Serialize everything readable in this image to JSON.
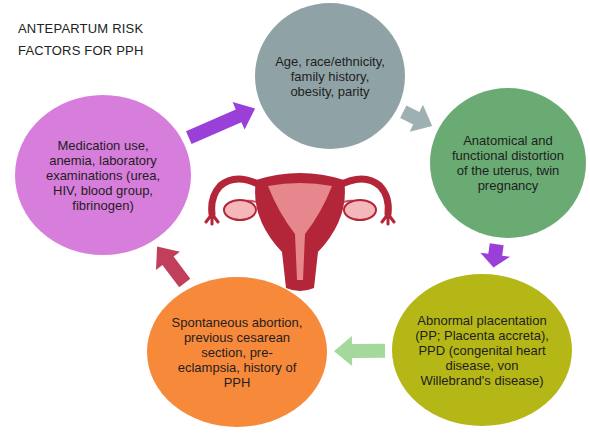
{
  "diagram": {
    "title": "ANTEPARTUM RISK FACTORS FOR PPH",
    "nodes": [
      {
        "text": [
          "Age, race/ethnicity, family history, obesity, parity"
        ]
      },
      {
        "text": [
          "Anatomical and functional distortion of the uterus, twin pregnancy"
        ]
      },
      {
        "text": [
          "Abnormal placentation (PP; Placenta accreta), PPD (congenital heart disease, von Willebrand's disease)"
        ]
      },
      {
        "text": [
          "Spontaneous abortion, previous cesarean section, pre-eclampsia, history of PPH"
        ]
      },
      {
        "text": [
          "Medication use, anemia, laboratory examinations (urea, HIV, blood group, fibrinogen)"
        ]
      }
    ],
    "edges": [
      {
        "from": 4,
        "to": 0,
        "arrow": "to"
      },
      {
        "from": 0,
        "to": 1,
        "arrow": "to"
      },
      {
        "from": 1,
        "to": 2,
        "arrow": "to"
      },
      {
        "from": 2,
        "to": 3,
        "arrow": "to"
      },
      {
        "from": 3,
        "to": 4,
        "arrow": "to"
      }
    ]
  }
}
